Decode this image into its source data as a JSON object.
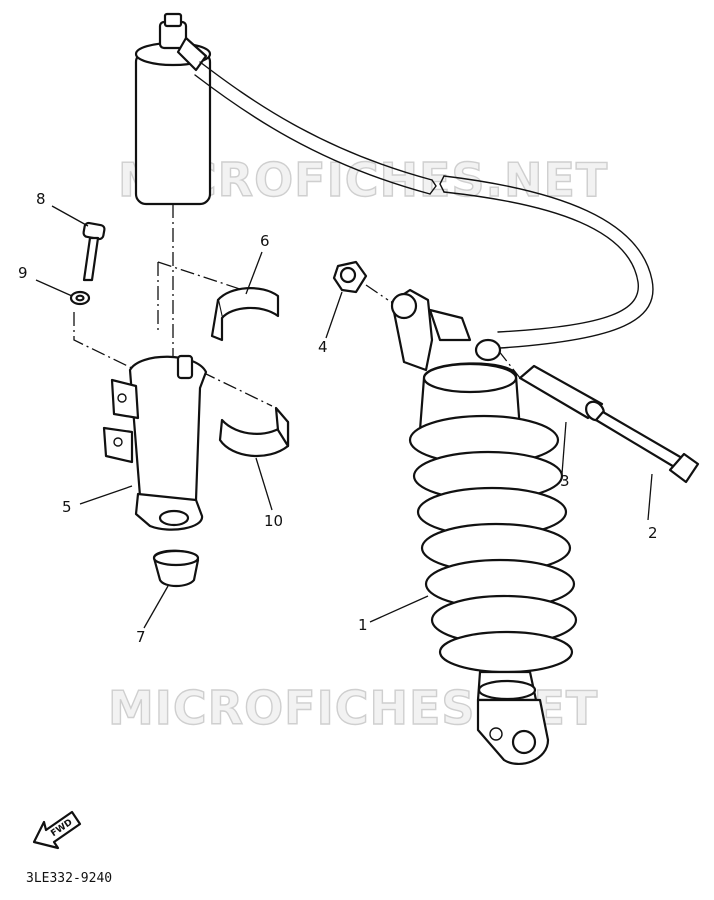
{
  "watermarks": [
    "MICROFICHES.NET",
    "MICROFICHES.NET"
  ],
  "callouts": {
    "p1": "1",
    "p2": "2",
    "p3": "3",
    "p4": "4",
    "p5": "5",
    "p6": "6",
    "p7": "7",
    "p8": "8",
    "p9": "9",
    "p10": "10"
  },
  "fwd_label": "FWD",
  "diagram_code": "3LE332-9240",
  "icons": [
    "fwd-arrow-icon"
  ]
}
